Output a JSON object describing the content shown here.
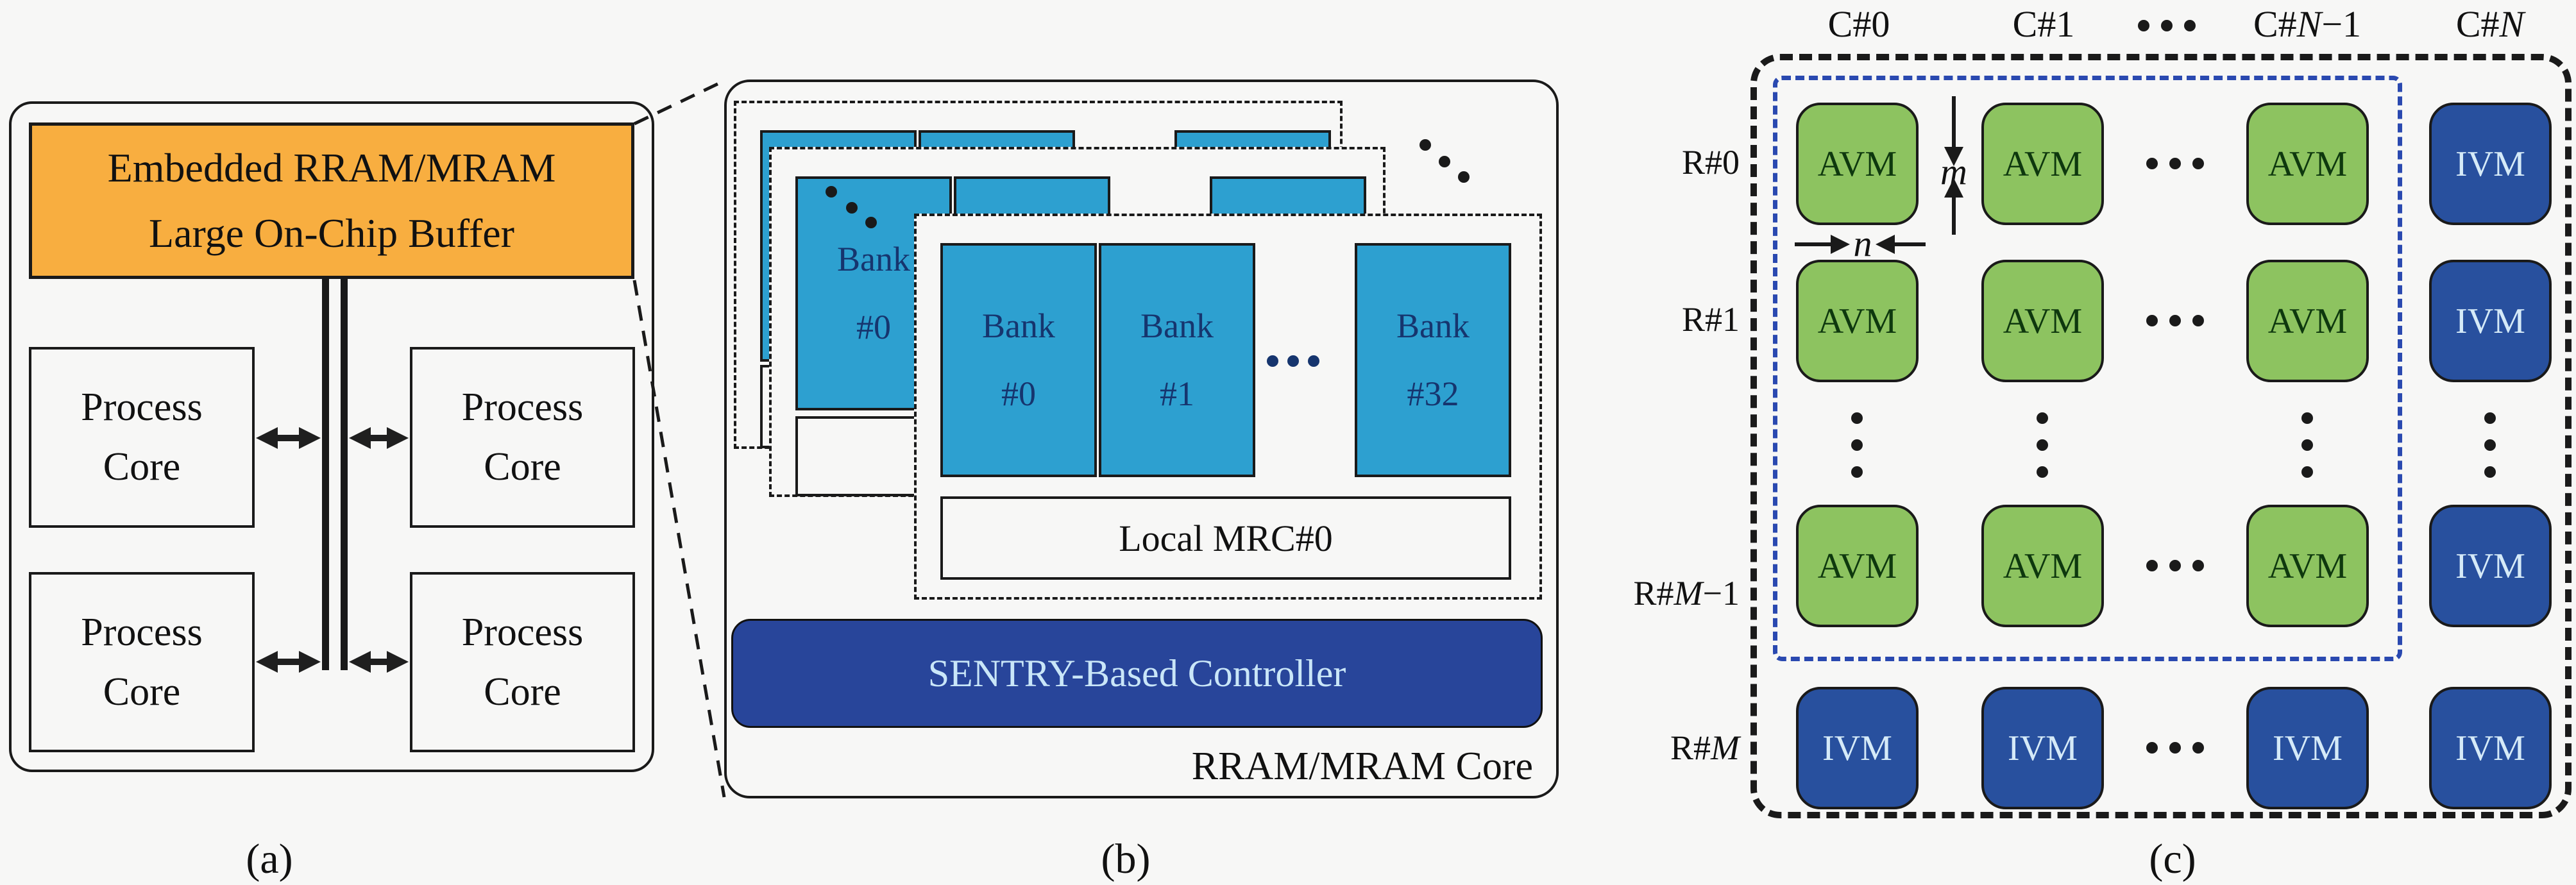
{
  "figure": {
    "caption_a": "(a)",
    "caption_b": "(b)",
    "caption_c": "(c)"
  },
  "panel_a": {
    "buffer_line1": "Embedded RRAM/MRAM",
    "buffer_line2": "Large On-Chip Buffer",
    "core_line1": "Process",
    "core_line2": "Core"
  },
  "panel_b": {
    "bank_word": "Bank",
    "bank_ids": {
      "b0": "#0",
      "b1": "#1",
      "b32": "#32"
    },
    "mrc_label": "Local MRC#0",
    "controller_label": "SENTRY-Based Controller",
    "core_label": "RRAM/MRAM Core"
  },
  "panel_c": {
    "col_labels": {
      "c0": "C#0",
      "c1": "C#1",
      "cn1_pre": "C#",
      "cn1_var": "N",
      "cn1_suf": "−1",
      "cn_pre": "C#",
      "cn_var": "N"
    },
    "row_labels": {
      "r0": "R#0",
      "r1": "R#1",
      "rm1_pre": "R#",
      "rm1_var": "M",
      "rm1_suf": "−1",
      "rm_pre": "R#",
      "rm_var": "M"
    },
    "avm_label": "AVM",
    "ivm_label": "IVM",
    "dim_height": "m",
    "dim_width": "n"
  },
  "colors": {
    "background": "#f7f7f6",
    "buffer_orange": "#f8ae40",
    "bank_teal": "#2da0d0",
    "bank_text_navy": "#16356e",
    "controller_blue": "#28459a",
    "controller_text_light": "#c9e6f8",
    "avm_green": "#8dc360",
    "avm_text_dark_green": "#0e380e",
    "ivm_blue": "#28509e",
    "ivm_text_light": "#d5eaf8",
    "grid_dashed_blue": "#2a49b0",
    "line_black": "#1a1a1a"
  }
}
